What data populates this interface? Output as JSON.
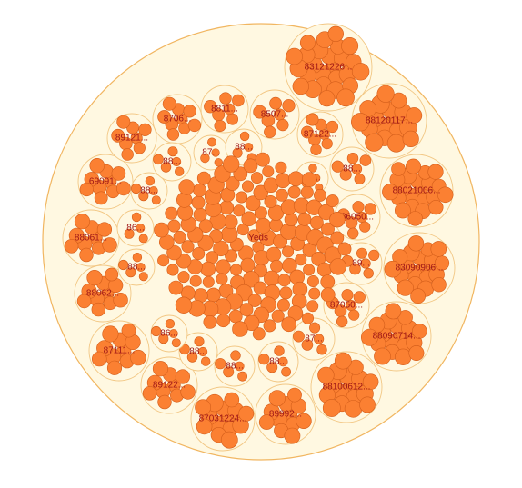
{
  "colors": {
    "background": "#ffffff",
    "root_fill": "#fff8e1",
    "root_stroke": "#f1b661",
    "group_fill": "#fff8e1",
    "group_stroke": "#f2c784",
    "leaf_fill": "#fb8032",
    "leaf_stroke": "#d35d1a",
    "label_color": "#a01717"
  },
  "root": {
    "label": "Yeds"
  },
  "groups": [
    {
      "label": "83121226...",
      "leaves": 26
    },
    {
      "label": "88120117...",
      "leaves": 18
    },
    {
      "label": "88021006...",
      "leaves": 22
    },
    {
      "label": "83090906...",
      "leaves": 20
    },
    {
      "label": "88090714...",
      "leaves": 18
    },
    {
      "label": "88100612...",
      "leaves": 17
    },
    {
      "label": "89992...",
      "leaves": 12
    },
    {
      "label": "87031224...",
      "leaves": 14
    },
    {
      "label": "89122...",
      "leaves": 10
    },
    {
      "label": "87111...",
      "leaves": 11
    },
    {
      "label": "88062...",
      "leaves": 11
    },
    {
      "label": "88061...",
      "leaves": 10
    },
    {
      "label": "69091...",
      "leaves": 10
    },
    {
      "label": "89121...",
      "leaves": 8
    },
    {
      "label": "8706...",
      "leaves": 9
    },
    {
      "label": "8811...",
      "leaves": 7
    },
    {
      "label": "8507...",
      "leaves": 7
    },
    {
      "label": "87122...",
      "leaves": 8
    },
    {
      "label": "88...",
      "leaves": 6
    },
    {
      "label": "86050...",
      "leaves": 7
    },
    {
      "label": "89...",
      "leaves": 6
    },
    {
      "label": "87050...",
      "leaves": 7
    },
    {
      "label": "87...",
      "leaves": 5
    },
    {
      "label": "88...",
      "leaves": 5
    },
    {
      "label": "88...",
      "leaves": 5
    },
    {
      "label": "88...",
      "leaves": 5
    },
    {
      "label": "86...",
      "leaves": 5
    },
    {
      "label": "88...",
      "leaves": 5
    },
    {
      "label": "86...",
      "leaves": 4
    },
    {
      "label": "88...",
      "leaves": 5
    },
    {
      "label": "88...",
      "leaves": 5
    },
    {
      "label": "87...",
      "leaves": 4
    },
    {
      "label": "88...",
      "leaves": 4
    },
    {
      "label": "81...",
      "leaves": 4
    }
  ],
  "inner_leaves": 150
}
